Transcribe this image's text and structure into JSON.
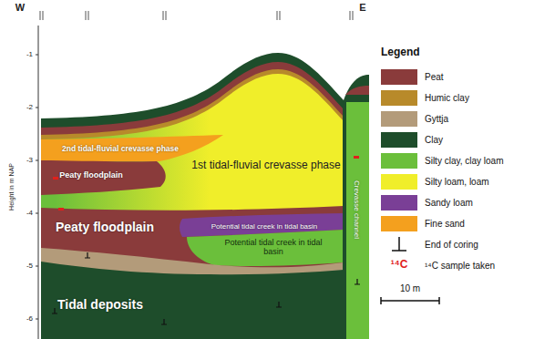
{
  "diagram": {
    "labels": [
      "W",
      "E",
      "-1",
      "-2",
      "-3",
      "-4",
      "-5",
      "-6",
      "Height in m NAP",
      "2nd tidal-fluvial crevasse phase",
      "Peaty floodplain",
      "1st tidal-fluvial crevasse phase",
      "Peaty floodplain",
      "Potential tidal creek in tidal basin",
      "Potential tidal creek in tidal basin",
      "Tidal deposits",
      "Crevasse channel",
      "Legend",
      "¹⁴C",
      "10 m"
    ],
    "legend": [
      {
        "text": "Peat",
        "color": "#8a3b3b"
      },
      {
        "text": "Humic clay",
        "color": "#b88a2a"
      },
      {
        "text": "Gyttja",
        "color": "#b39b7a"
      },
      {
        "text": "Clay",
        "color": "#1e4d2b"
      },
      {
        "text": "Silty clay, clay loam",
        "color": "#6bbf3b"
      },
      {
        "text": "Silty loam, loam",
        "color": "#f0ee2a"
      },
      {
        "text": "Sandy loam",
        "color": "#7a3f96"
      },
      {
        "text": "Fine sand",
        "color": "#f4a01e"
      },
      {
        "text": "End of coring"
      },
      {
        "text": "¹⁴C sample taken"
      }
    ]
  }
}
